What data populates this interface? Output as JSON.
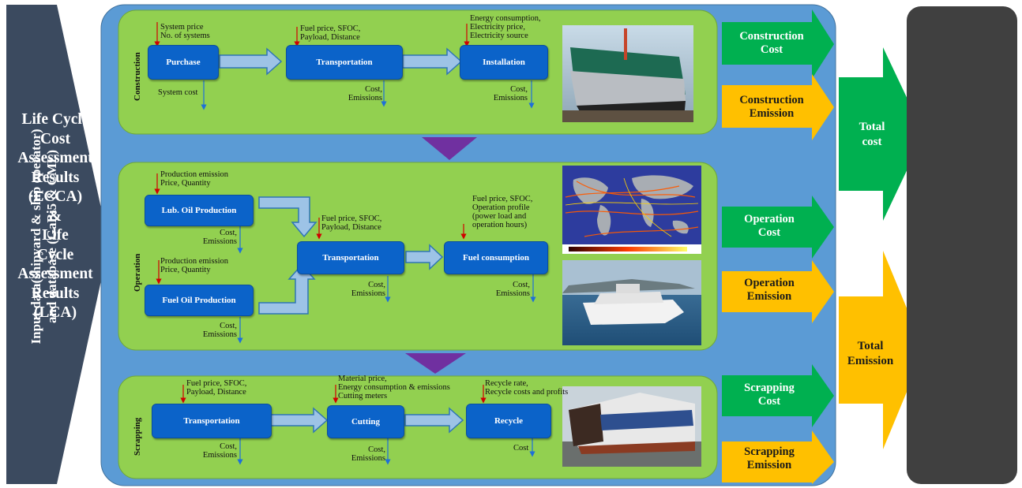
{
  "input_label": [
    "Input data(shipyard & ship operator)",
    "and database (GaBi5 & CML)"
  ],
  "sections": {
    "construction": {
      "name": "Construction",
      "boxes": [
        "Purchase",
        "Transportation",
        "Installation"
      ],
      "inputs": {
        "purchase": [
          "System price",
          "No. of systems"
        ],
        "transportation": [
          "Fuel price, SFOC,",
          "Payload, Distance"
        ],
        "installation": [
          "Energy consumption,",
          "Electricity price,",
          "Electricity source"
        ]
      },
      "outputs": {
        "purchase": [
          "System cost"
        ],
        "transportation": [
          "Cost,",
          "Emissions"
        ],
        "installation": [
          "Cost,",
          "Emissions"
        ]
      }
    },
    "operation": {
      "name": "Operation",
      "boxes": [
        "Lub. Oil Production",
        "Fuel Oil Production",
        "Transportation",
        "Fuel consumption"
      ],
      "inputs": {
        "lub": [
          "Production emission",
          "Price, Quantity"
        ],
        "fuel": [
          "Production emission",
          "Price, Quantity"
        ],
        "transportation": [
          "Fuel price, SFOC,",
          "Payload, Distance"
        ],
        "consumption": [
          "Fuel price, SFOC,",
          "Operation profile",
          "(power load and",
          "operation hours)"
        ]
      },
      "outputs": {
        "lub": [
          "Cost,",
          "Emissions"
        ],
        "fuel": [
          "Cost,",
          "Emissions"
        ],
        "transportation": [
          "Cost,",
          "Emissions"
        ],
        "consumption": [
          "Cost,",
          "Emissions"
        ]
      }
    },
    "scrapping": {
      "name": "Scrapping",
      "boxes": [
        "Transportation",
        "Cutting",
        "Recycle"
      ],
      "inputs": {
        "transportation": [
          "Fuel price, SFOC,",
          "Payload, Distance"
        ],
        "cutting": [
          "Material price,",
          "Energy consumption & emissions",
          "Cutting meters"
        ],
        "recycle": [
          "Recycle rate,",
          "Recycle costs and profits"
        ]
      },
      "outputs": {
        "transportation": [
          "Cost,",
          "Emissions"
        ],
        "cutting": [
          "Cost,",
          "Emissions"
        ],
        "recycle": [
          "Cost"
        ]
      }
    }
  },
  "out_arrows": [
    {
      "lines": [
        "Construction",
        "Cost"
      ],
      "color": "#00b050"
    },
    {
      "lines": [
        "Construction",
        "Emission"
      ],
      "color": "#ffc000"
    },
    {
      "lines": [
        "Operation",
        "Cost"
      ],
      "color": "#00b050"
    },
    {
      "lines": [
        "Operation",
        "Emission"
      ],
      "color": "#ffc000"
    },
    {
      "lines": [
        "Scrapping",
        "Cost"
      ],
      "color": "#00b050"
    },
    {
      "lines": [
        "Scrapping",
        "Emission"
      ],
      "color": "#ffc000"
    }
  ],
  "totals": {
    "cost": [
      "Total",
      "cost"
    ],
    "emission": [
      "Total",
      "Emission"
    ]
  },
  "results": [
    "Life Cycle",
    "Cost",
    "Assessment",
    "Results",
    "(LCCA)",
    "&",
    "Life",
    "Cycle",
    "Assessment",
    "Results",
    "(LCA)"
  ],
  "colors": {
    "frame_blue": "#5b9bd5",
    "section_green": "#92d050",
    "box_blue": "#0b63c9",
    "cost_green": "#00b050",
    "emission_orange": "#ffc000",
    "input_panel": "#3b4a5f",
    "results_panel": "#404040",
    "down_arrow": "#7030a0"
  },
  "images": [
    "ship-hull-photo",
    "shipping-routes-map",
    "passenger-ship-photo",
    "ship-scrapping-photo"
  ]
}
